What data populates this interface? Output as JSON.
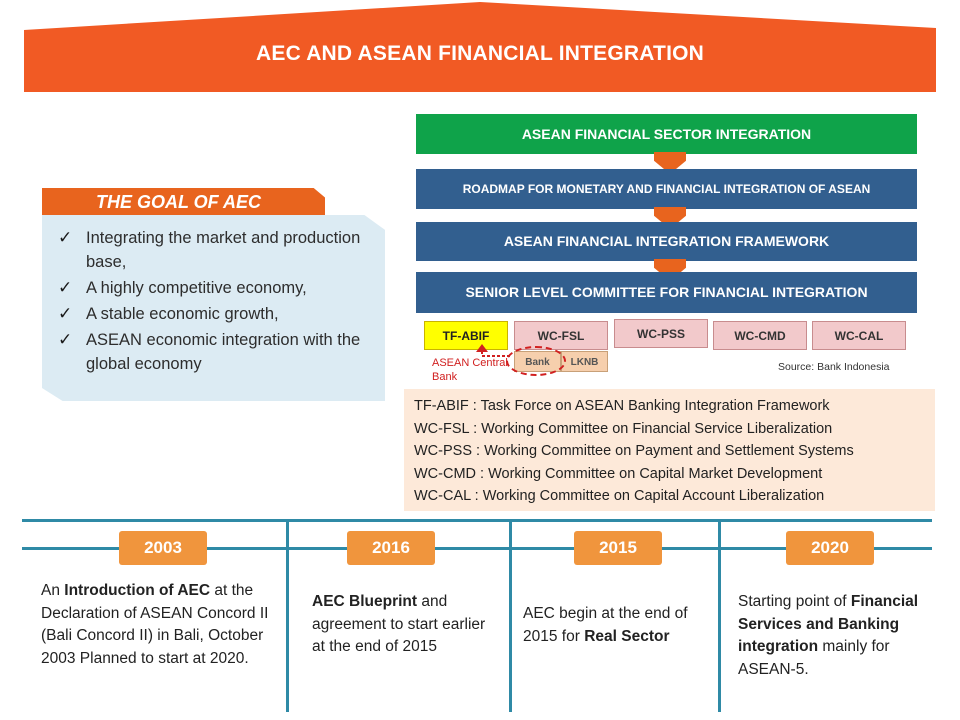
{
  "title": "AEC AND ASEAN FINANCIAL INTEGRATION",
  "colors": {
    "banner": "#f15a24",
    "accent_orange": "#e8641e",
    "green": "#0fa34a",
    "blue": "#325f8f",
    "timeline": "#2f8aa6",
    "year_pill": "#f0953d"
  },
  "goal": {
    "heading": "THE GOAL OF AEC",
    "items": [
      "Integrating the market and production base,",
      "A highly competitive economy,",
      "A stable economic growth,",
      "ASEAN economic integration with the global economy"
    ]
  },
  "structure": {
    "level1": "ASEAN FINANCIAL SECTOR INTEGRATION",
    "level2": "ROADMAP FOR MONETARY AND FINANCIAL INTEGRATION OF ASEAN",
    "level3": "ASEAN FINANCIAL INTEGRATION FRAMEWORK",
    "level4": "SENIOR LEVEL COMMITTEE FOR FINANCIAL INTEGRATION",
    "committees": [
      "TF-ABIF",
      "WC-FSL",
      "WC-PSS",
      "WC-CMD",
      "WC-CAL"
    ],
    "sub_fsl": [
      "Bank",
      "LKNB"
    ],
    "central_bank_label": "ASEAN Central Bank",
    "source": "Source: Bank Indonesia"
  },
  "legend": [
    "TF-ABIF :  Task Force on ASEAN Banking Integration Framework",
    "WC-FSL :  Working Committee on Financial Service Liberalization",
    "WC-PSS :  Working Committee on Payment and Settlement Systems",
    "WC-CMD :  Working Committee on Capital Market Development",
    "WC-CAL :  Working Committee on Capital Account Liberalization"
  ],
  "timeline": [
    {
      "year": "2003",
      "pre": "An ",
      "bold": "Introduction of AEC",
      "post": " at the Declaration of ASEAN Concord II (Bali Concord II) in Bali, October 2003 Planned to start at 2020."
    },
    {
      "year": "2016",
      "pre": "",
      "bold": "AEC Blueprint",
      "post": " and agreement to start earlier at the end of 2015"
    },
    {
      "year": "2015",
      "pre": "AEC begin at the end of 2015 for ",
      "bold": "Real Sector",
      "post": ""
    },
    {
      "year": "2020",
      "pre": "Starting point of ",
      "bold": "Financial Services and Banking integration",
      "post": " mainly for ASEAN-5."
    }
  ]
}
